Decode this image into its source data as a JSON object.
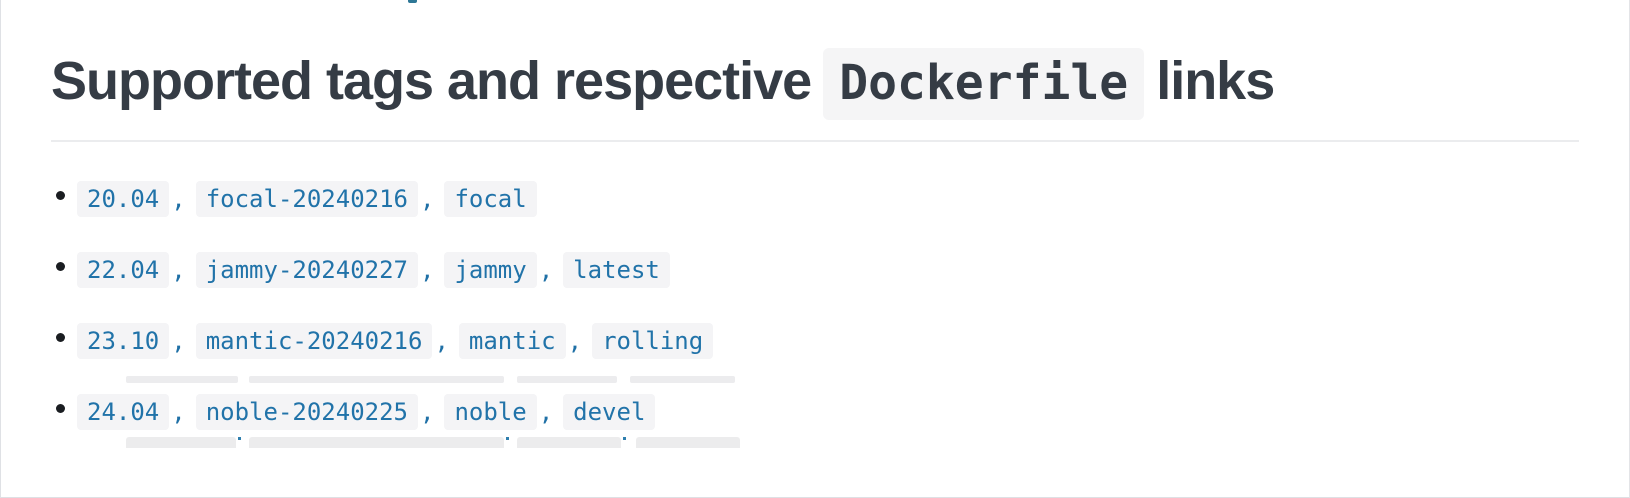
{
  "title": {
    "prefix": "Supported tags and respective",
    "code": "Dockerfile",
    "suffix": "links"
  },
  "strings": {
    "comma": ","
  },
  "tag_rows": [
    {
      "tags": [
        "20.04",
        "focal-20240216",
        "focal"
      ]
    },
    {
      "tags": [
        "22.04",
        "jammy-20240227",
        "jammy",
        "latest"
      ]
    },
    {
      "tags": [
        "23.10",
        "mantic-20240216",
        "mantic",
        "rolling"
      ]
    },
    {
      "tags": [
        "24.04",
        "noble-20240225",
        "noble",
        "devel"
      ]
    }
  ],
  "colors": {
    "link_blue": "#2173A9",
    "heading_text": "#353C45",
    "code_background": "#F4F4F6",
    "divider": "#EBECEE",
    "page_border": "#DFE1E5"
  }
}
